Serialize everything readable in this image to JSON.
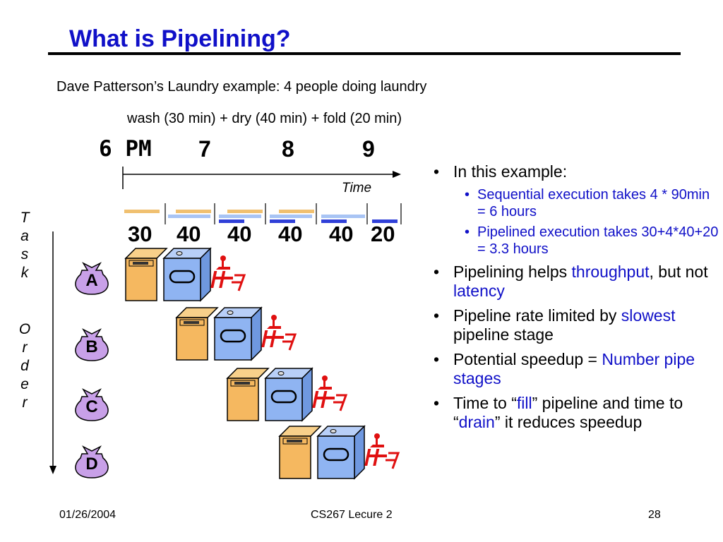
{
  "slide": {
    "title": "What is Pipelining?",
    "subtitle": "Dave Patterson’s Laundry example: 4 people doing laundry",
    "formula": "wash (30 min) + dry (40 min) + fold (20 min)"
  },
  "timeline": {
    "hours": [
      "6 PM",
      "7",
      "8",
      "9"
    ],
    "axis_label": "Time",
    "durations": [
      "30",
      "40",
      "40",
      "40",
      "40",
      "20"
    ]
  },
  "task_order_label": [
    "T",
    "a",
    "s",
    "k",
    "O",
    "r",
    "d",
    "e",
    "r"
  ],
  "tasks": [
    "A",
    "B",
    "C",
    "D"
  ],
  "bullets": {
    "b1": "In this example:",
    "b1_sub1": "Sequential execution takes    4 * 90min = 6 hours",
    "b1_sub2": "Pipelined execution takes 30+4*40+20 = 3.3 hours",
    "b2_a": "Pipelining helps ",
    "b2_b": "throughput",
    "b2_c": ", but not ",
    "b2_d": "latency",
    "b3_a": "Pipeline rate limited by ",
    "b3_b": "slowest",
    "b3_c": " pipeline stage",
    "b4_a": "Potential speedup = ",
    "b4_b": "Number pipe stages",
    "b5_a": "Time to “",
    "b5_b": "fill",
    "b5_c": "” pipeline and time to “",
    "b5_d": "drain",
    "b5_e": "” it reduces speedup"
  },
  "footer": {
    "date": "01/26/2004",
    "course": "CS267 Lecure 2",
    "page": "28"
  },
  "colors": {
    "title_blue": "#1010c8",
    "washer": "#f5b860",
    "dryer": "#8fb4f2",
    "bar_blue": "#3040d8",
    "person_red": "#e01010",
    "bag_purple": "#c8a0e8"
  }
}
